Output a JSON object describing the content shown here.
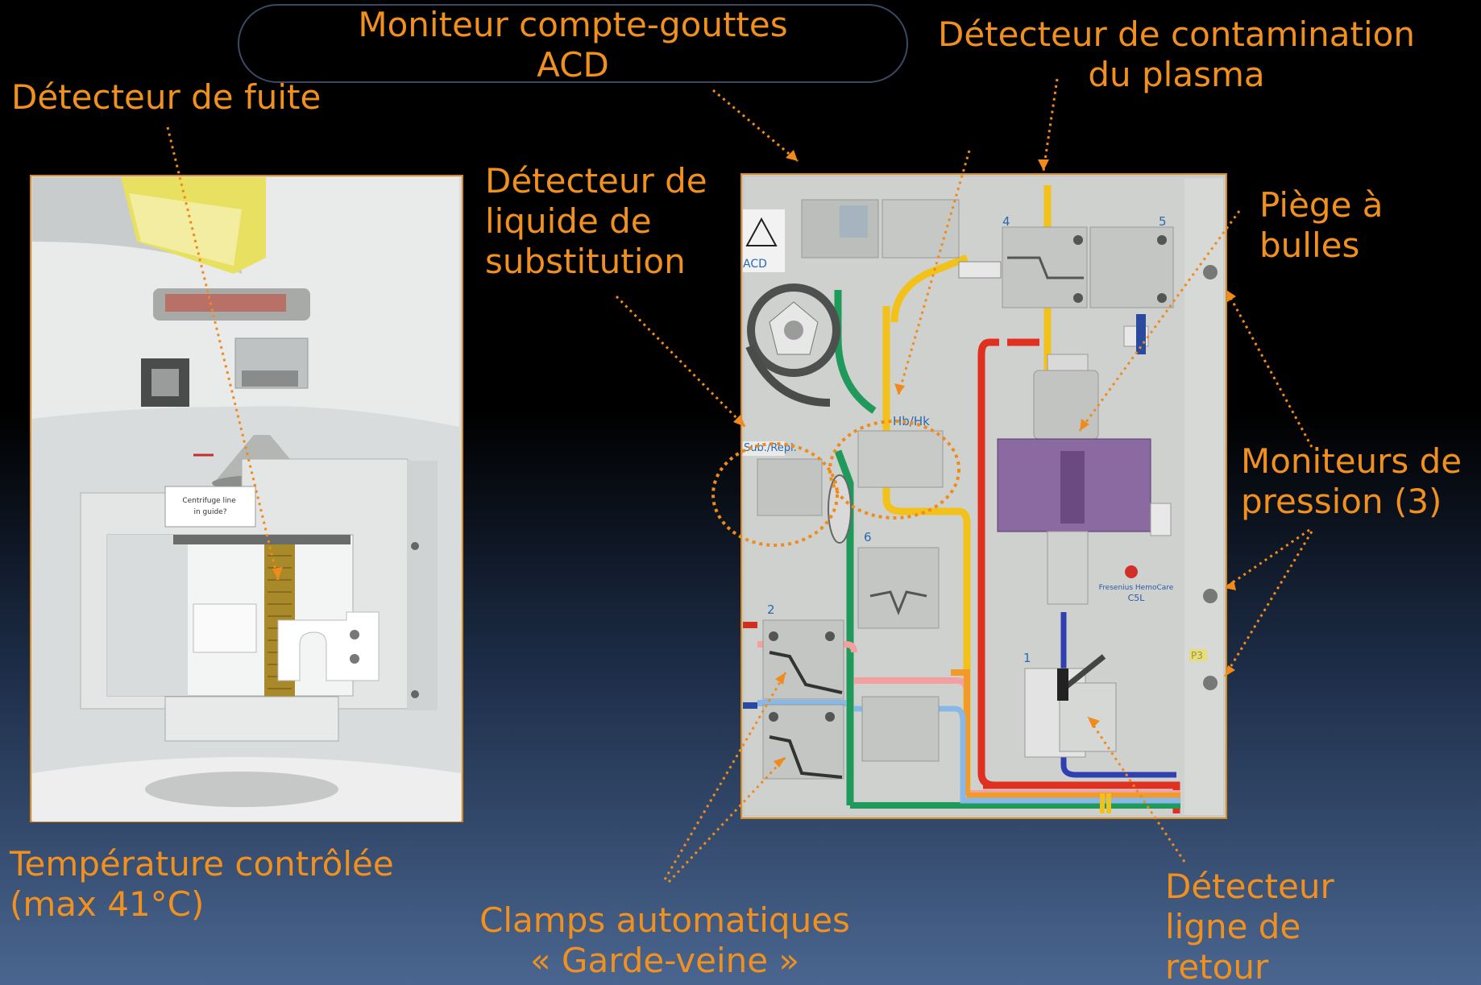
{
  "labels": {
    "acd_monitor": "Moniteur compte-gouttes\nACD",
    "leak_detector": "Détecteur de fuite",
    "plasma_contamination": "Détecteur  de contamination\ndu plasma",
    "substitution_detector": "Détecteur de\nliquide de\nsubstitution",
    "bubble_trap": "Piège à\nbulles",
    "pressure_monitors": "Moniteurs de\npression (3)",
    "temperature": "Température contrôlée\n(max 41°C)",
    "clamps": "Clamps automatiques\n« Garde-veine »",
    "return_line": "Détecteur\nligne de\nretour"
  },
  "photo_text": {
    "centrifuge_sticker": "Centrifuge line\nin guide?",
    "acd": "ACD",
    "hbhk": "Hb/Hk",
    "subrepl": "Sub./Repl.",
    "fresenius": "Fresenius HemoCare",
    "c5l": "C5L",
    "p3": "P3",
    "num_4": "4",
    "num_5": "5",
    "num_6": "6",
    "num_2": "2",
    "num_1": "1"
  },
  "colors": {
    "label": "#f0901f",
    "arrow": "#f08a1a",
    "line_yellow": "#f2c21a",
    "line_red": "#e03020",
    "line_green": "#1f9a5a",
    "line_blue": "#3040b0",
    "line_orange": "#f29a2a",
    "line_pink": "#f4a0a0",
    "line_lightblue": "#88b8e8",
    "filter_purple": "#8a6aa0"
  }
}
